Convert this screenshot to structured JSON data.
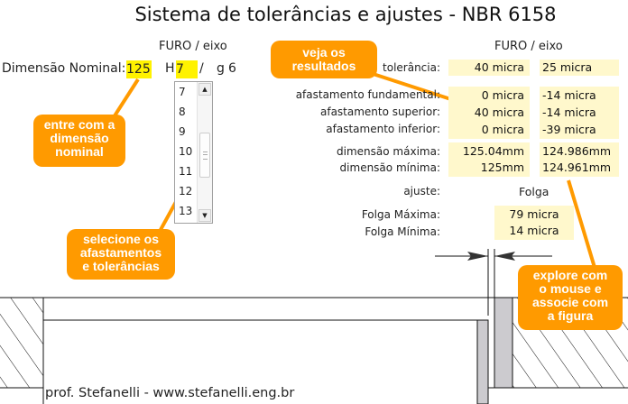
{
  "title": "Sistema de tolerâncias e ajustes - NBR 6158",
  "input_panel": {
    "header": "FURO / eixo",
    "nominal_label": "Dimensão Nominal:",
    "nominal_value": "125",
    "hole_letter": "H",
    "hole_grade": "7",
    "separator": "/",
    "shaft_letter": "g",
    "shaft_grade": "6",
    "grade_listbox": {
      "options": [
        "7",
        "8",
        "9",
        "10",
        "11",
        "12",
        "13"
      ],
      "selected": "7",
      "scroll_up_icon": "▲",
      "scroll_down_icon": "▼"
    }
  },
  "results": {
    "header": "FURO / eixo",
    "rows": [
      {
        "label": "tolerância:",
        "hole": "40 micra",
        "shaft": "25 micra"
      },
      {
        "label": "afastamento fundamental:",
        "hole": "0 micra",
        "shaft": "-14 micra"
      },
      {
        "label": "afastamento superior:",
        "hole": "40 micra",
        "shaft": "-14 micra"
      },
      {
        "label": "afastamento inferior:",
        "hole": "0 micra",
        "shaft": "-39 micra"
      },
      {
        "label": "dimensão máxima:",
        "hole": "125.04mm",
        "shaft": "124.986mm"
      },
      {
        "label": "dimensão mínima:",
        "hole": "125mm",
        "shaft": "124.961mm"
      }
    ],
    "fit_label": "ajuste:",
    "fit_value": "Folga",
    "clearance_max_label": "Folga Máxima:",
    "clearance_max_value": "79 micra",
    "clearance_min_label": "Folga Mínima:",
    "clearance_min_value": "14 micra"
  },
  "callouts": {
    "enter_nominal": [
      "entre com a",
      "dimensão",
      "nominal"
    ],
    "select_grades": [
      "selecione os",
      "afastamentos",
      "e tolerâncias"
    ],
    "see_results": [
      "veja os",
      "resultados"
    ],
    "explore": [
      "explore com",
      "o mouse e",
      "associe com",
      "a figura"
    ]
  },
  "colors": {
    "callout": "#ff9a00",
    "input_highlight": "#fff200",
    "result_cell": "#fff8cc",
    "part_gray": "#cccbcf"
  },
  "footer": "prof. Stefanelli - www.stefanelli.eng.br"
}
